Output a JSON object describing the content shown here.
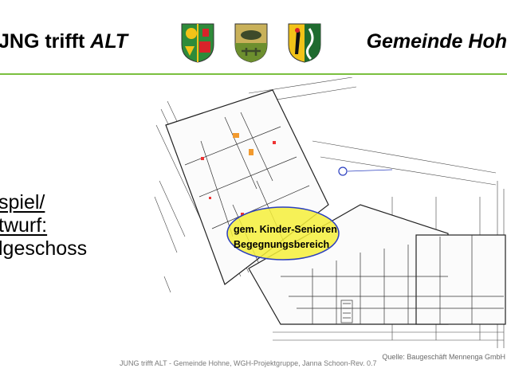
{
  "header": {
    "title_left_bold": "JNG trifft ",
    "title_left_italic": "ALT",
    "title_right": "Gemeinde Hoh",
    "accent_color": "#7bbf3f"
  },
  "crests": [
    {
      "name": "crest-1",
      "colors": [
        "#2e8b3a",
        "#d9232a",
        "#f2c318"
      ]
    },
    {
      "name": "crest-2",
      "colors": [
        "#6d8f2e",
        "#3d4a2a",
        "#c9b15a"
      ]
    },
    {
      "name": "crest-3",
      "colors": [
        "#f2c318",
        "#1f6b2f",
        "#ffffff"
      ]
    }
  ],
  "sidebar": {
    "line1": "spiel/",
    "line2": "twurf:",
    "line3": "lgeschoss"
  },
  "plan": {
    "label_line1": "gem. Kinder-Senioren",
    "label_line2": "Begegnungsbereich",
    "highlight_color": "#f5ee3a"
  },
  "footer": {
    "text": "JUNG trifft ALT - Gemeinde Hohne, WGH-Projektgruppe, Janna Schoon-Rev. 0.7",
    "source": "Quelle: Baugeschäft Mennenga GmbH"
  }
}
